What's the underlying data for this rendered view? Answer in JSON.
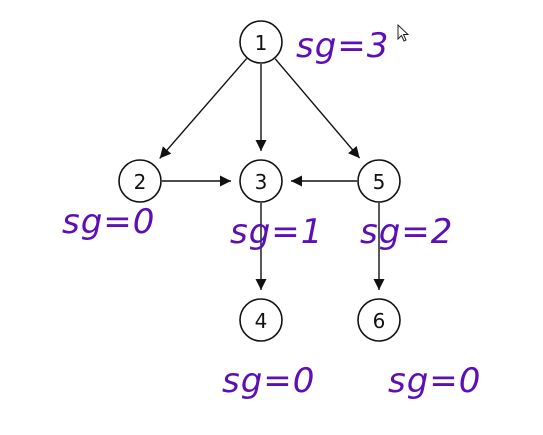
{
  "graph": {
    "nodes": [
      {
        "id": "1",
        "label": "1"
      },
      {
        "id": "2",
        "label": "2"
      },
      {
        "id": "3",
        "label": "3"
      },
      {
        "id": "4",
        "label": "4"
      },
      {
        "id": "5",
        "label": "5"
      },
      {
        "id": "6",
        "label": "6"
      }
    ],
    "edges": [
      {
        "from": "1",
        "to": "2"
      },
      {
        "from": "1",
        "to": "3"
      },
      {
        "from": "1",
        "to": "5"
      },
      {
        "from": "2",
        "to": "3"
      },
      {
        "from": "5",
        "to": "3"
      },
      {
        "from": "3",
        "to": "4"
      },
      {
        "from": "5",
        "to": "6"
      }
    ],
    "annotations": [
      {
        "node": "1",
        "text": "sg=3"
      },
      {
        "node": "2",
        "text": "sg=0"
      },
      {
        "node": "3",
        "text": "sg=1"
      },
      {
        "node": "5",
        "text": "sg=2"
      },
      {
        "node": "4",
        "text": "sg=0"
      },
      {
        "node": "6",
        "text": "sg=0"
      }
    ]
  },
  "colors": {
    "ink": "#111111",
    "annotation": "#5b0fb5"
  },
  "icons": {
    "cursor": "mouse-pointer-icon"
  }
}
